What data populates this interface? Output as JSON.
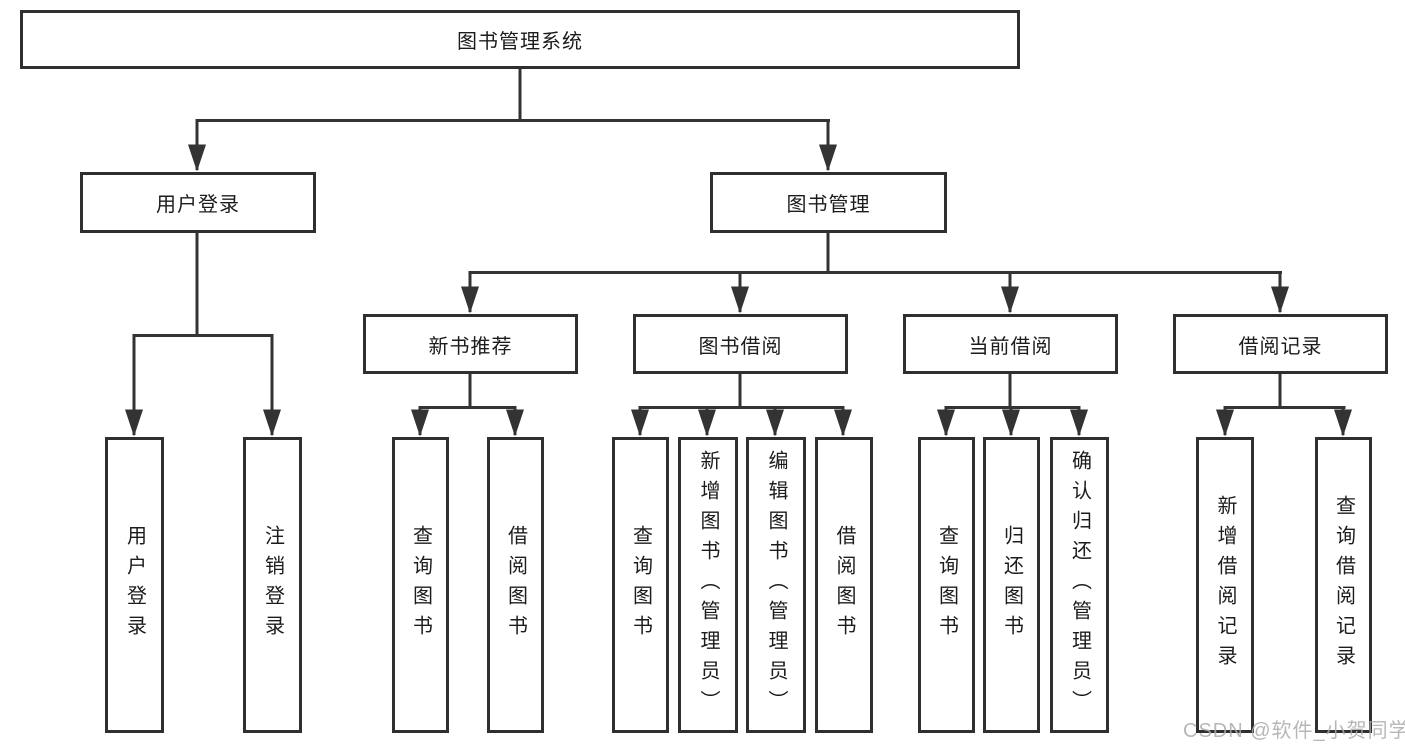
{
  "diagram": {
    "root": {
      "label": "图书管理系统"
    },
    "modules": [
      {
        "label": "用户登录",
        "children": [
          {
            "label": "用户登录"
          },
          {
            "label": "注销登录"
          }
        ]
      },
      {
        "label": "图书管理",
        "submodules": [
          {
            "label": "新书推荐",
            "children": [
              {
                "label": "查询图书"
              },
              {
                "label": "借阅图书"
              }
            ]
          },
          {
            "label": "图书借阅",
            "children": [
              {
                "label": "查询图书"
              },
              {
                "label": "新增图书（管理员）"
              },
              {
                "label": "编辑图书（管理员）"
              },
              {
                "label": "借阅图书"
              }
            ]
          },
          {
            "label": "当前借阅",
            "children": [
              {
                "label": "查询图书"
              },
              {
                "label": "归还图书"
              },
              {
                "label": "确认归还（管理员）"
              }
            ]
          },
          {
            "label": "借阅记录",
            "children": [
              {
                "label": "新增借阅记录"
              },
              {
                "label": "查询借阅记录"
              }
            ]
          }
        ]
      }
    ],
    "watermark": "CSDN @软件_小贺同学",
    "colors": {
      "line": "#333333",
      "box_border": "#2f2f2f",
      "text": "#1c1c1c",
      "watermark": "#aaaaaa",
      "background": "#ffffff"
    }
  }
}
